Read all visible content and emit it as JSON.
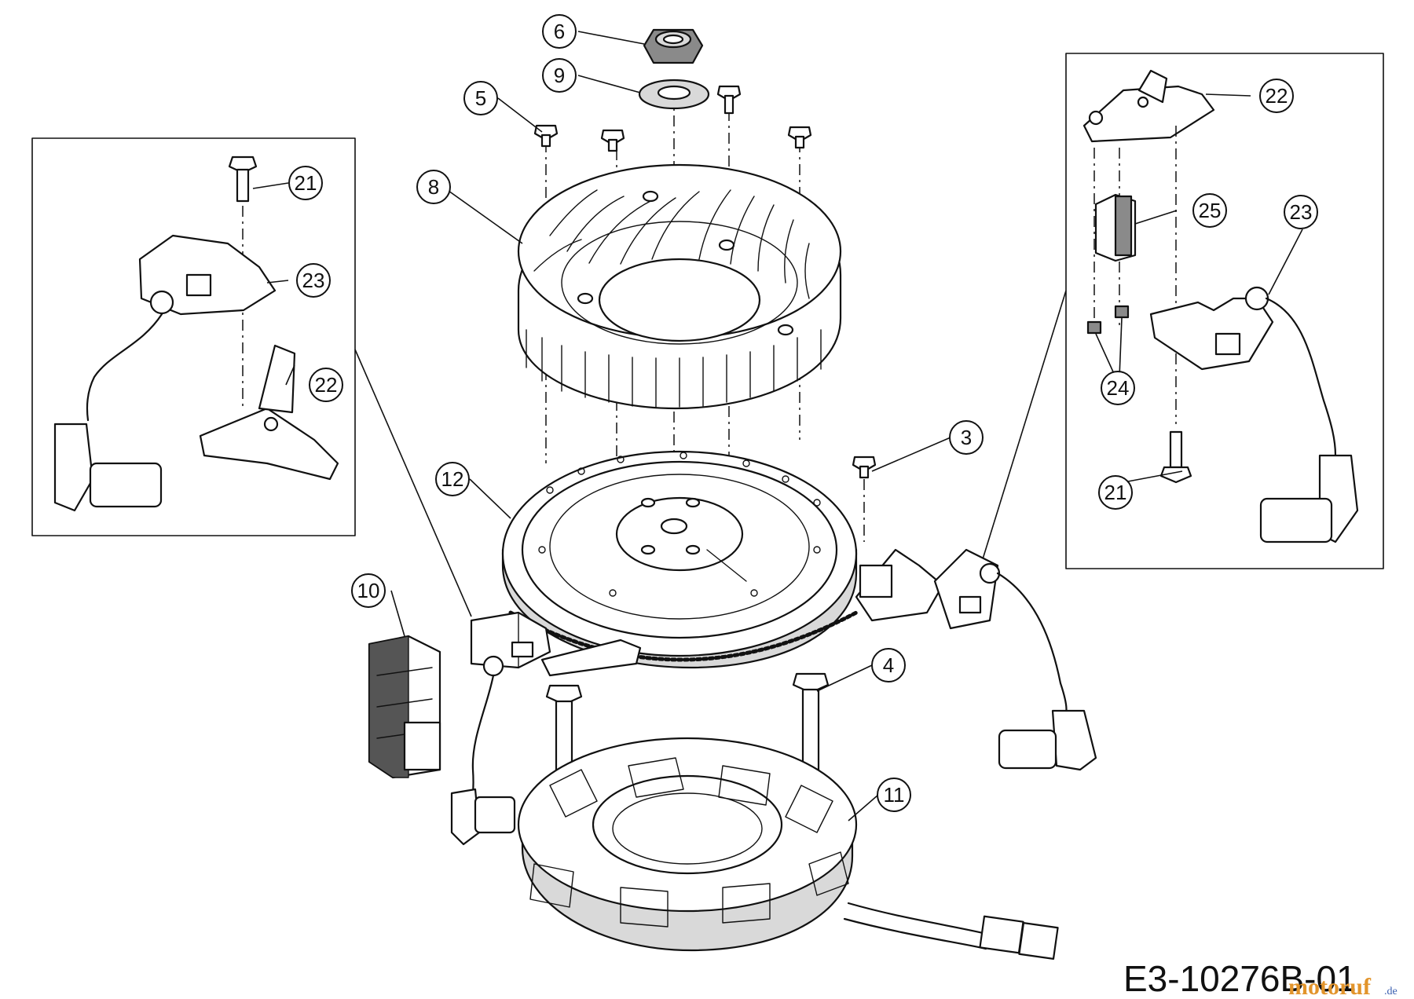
{
  "drawing_ref": "E3-10276B-01",
  "watermark": {
    "text": "motoruf",
    "suffix": ".de"
  },
  "colors": {
    "line": "#111111",
    "paper": "#ffffff",
    "shade": "#d9d9d9",
    "watermark": "#e2942b"
  },
  "callouts": [
    "3",
    "4",
    "5",
    "6",
    "8",
    "9",
    "10",
    "11",
    "12",
    "21",
    "22",
    "23",
    "21",
    "23",
    "22",
    "25",
    "24"
  ],
  "parts": {
    "flywheel": "8",
    "ring_gear": "12",
    "stator": "11",
    "rectifier": "10",
    "nut": "6",
    "washer": "9",
    "screws_top": "5",
    "screws_coil": "3",
    "stator_bolts": "4",
    "coil_bolt": "21",
    "bracket": "22",
    "ignition_coil": "23",
    "screws_small": "24",
    "sensor": "25"
  }
}
